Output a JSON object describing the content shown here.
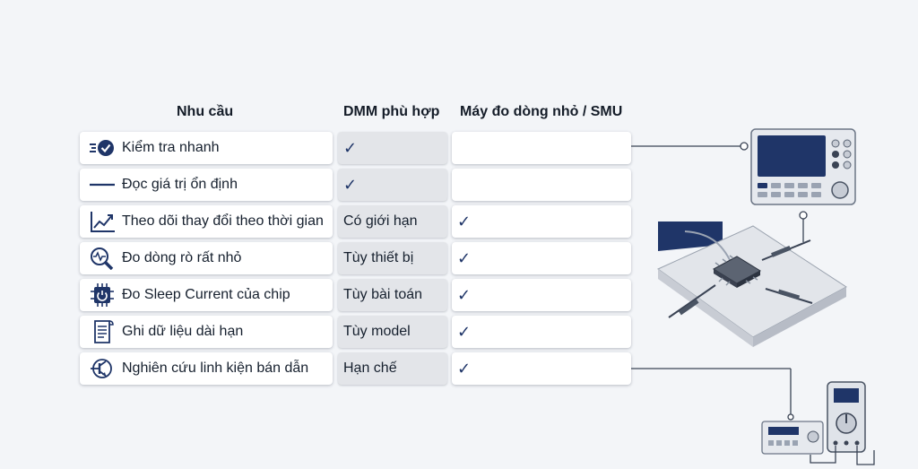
{
  "headers": {
    "need": "Nhu cầu",
    "dmm": "DMM phù hợp",
    "smu": "Máy đo dòng nhỏ / SMU"
  },
  "rows": [
    {
      "need": "Kiểm tra nhanh",
      "icon": "quick-check-icon",
      "dmm": "✓",
      "smu": ""
    },
    {
      "need": "Đọc giá trị ổn định",
      "icon": "flat-line-icon",
      "dmm": "✓",
      "smu": ""
    },
    {
      "need": "Theo dõi thay đổi theo thời gian",
      "icon": "trend-chart-icon",
      "dmm": "Có giới hạn",
      "smu": "✓"
    },
    {
      "need": "Đo dòng rò rất nhỏ",
      "icon": "magnifier-wave-icon",
      "dmm": "Tùy thiết bị",
      "smu": "✓"
    },
    {
      "need": "Đo Sleep Current của chip",
      "icon": "chip-power-icon",
      "dmm": "Tùy bài toán",
      "smu": "✓"
    },
    {
      "need": "Ghi dữ liệu dài hạn",
      "icon": "data-log-icon",
      "dmm": "Tùy model",
      "smu": "✓"
    },
    {
      "need": "Nghiên cứu linh kiện bán dẫn",
      "icon": "transistor-icon",
      "dmm": "Hạn chế",
      "smu": "✓"
    }
  ],
  "colors": {
    "accent": "#1f3568",
    "cell_gray": "#e3e5e9",
    "background": "#f3f5f8"
  }
}
